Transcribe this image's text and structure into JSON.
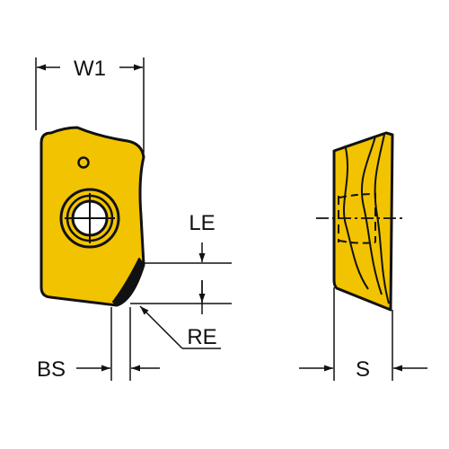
{
  "labels": {
    "w1": "W1",
    "le": "LE",
    "re": "RE",
    "bs": "BS",
    "s": "S"
  },
  "colors": {
    "insert_fill": "#F2C300",
    "outline": "#111111",
    "dimension": "#111111",
    "background": "#FFFFFF"
  }
}
